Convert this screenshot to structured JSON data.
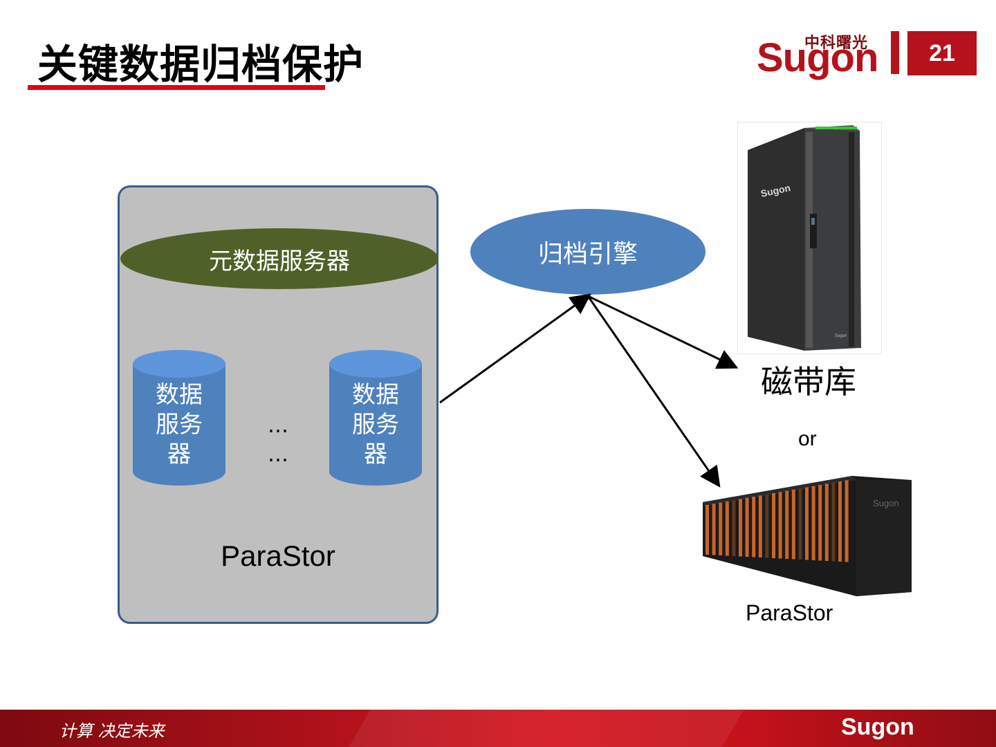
{
  "slide": {
    "title": "关键数据归档保护",
    "page_number": "21"
  },
  "logo": {
    "cn": "中科曙光",
    "brand": "Sugon"
  },
  "left_system": {
    "metadata_server": "元数据服务器",
    "data_server_label": "数据\n服务\n器",
    "data_server_line1": "数据",
    "data_server_line2": "服务",
    "data_server_line3": "器",
    "dots_line1": "…",
    "dots_line2": "…",
    "name": "ParaStor"
  },
  "archive_engine": "归档引擎",
  "targets": {
    "tape_library_brand": "Sugon",
    "tape_library_brand_small": "Sugon",
    "tape_library": "磁带库",
    "or": "or",
    "parastor_brand": "Sugon",
    "parastor": "ParaStor"
  },
  "footer": {
    "slogan": "计算 决定未来",
    "brand": "Sugon"
  },
  "colors": {
    "accent_red": "#e60012",
    "brand_red": "#b5121b",
    "metadata_green": "#4f6128",
    "node_blue": "#4f81bd",
    "container_gray": "#bfbfbf"
  }
}
